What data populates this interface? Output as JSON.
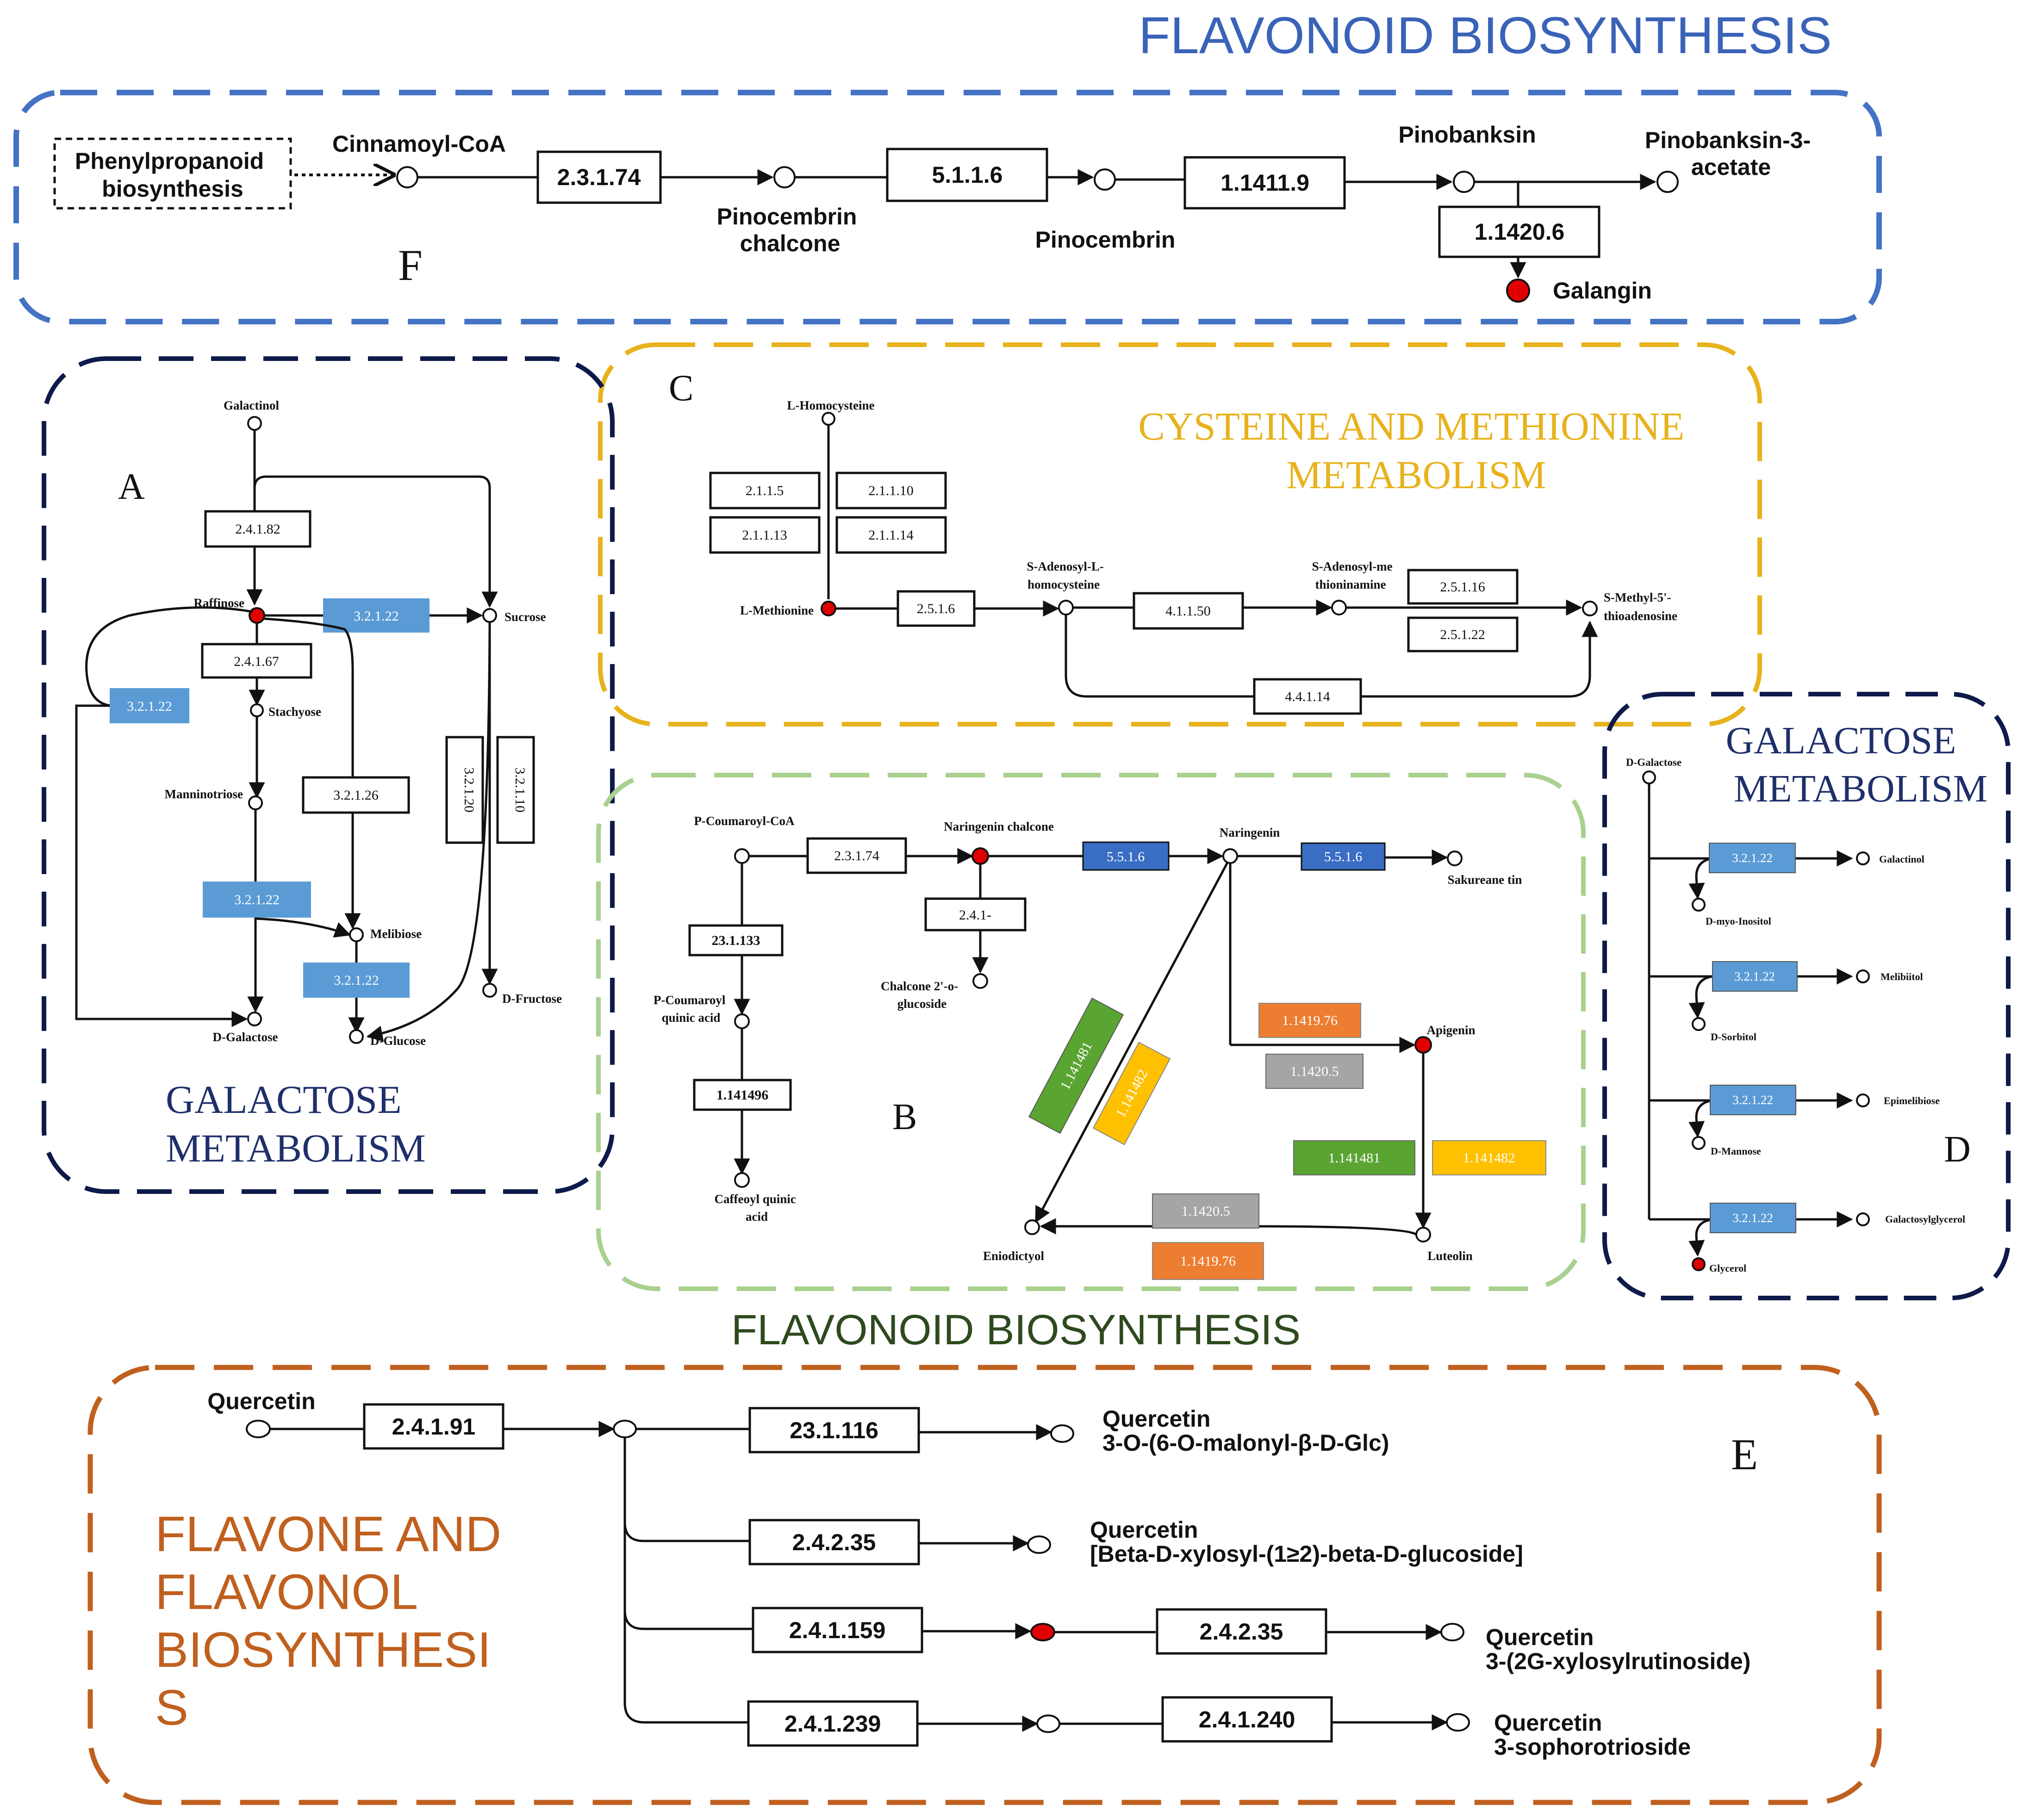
{
  "panels": {
    "F": {
      "title": "FLAVONOID BIOSYNTHESIS",
      "letter": "F",
      "metabolites": {
        "phenylpropanoid": [
          "Phenylpropanoid",
          "biosynthesis"
        ],
        "cinnamoyl": "Cinnamoyl-CoA",
        "pinocembrin_chalcone": [
          "Pinocembrin",
          "chalcone"
        ],
        "pinocembrin": "Pinocembrin",
        "pinobanksin": "Pinobanksin",
        "pinobanksin_acetate": [
          "Pinobanksin-3-",
          "acetate"
        ],
        "galangin": "Galangin"
      },
      "enzymes": [
        "2.3.1.74",
        "5.1.1.6",
        "1.1411.9",
        "1.1420.6"
      ]
    },
    "A": {
      "letter": "A",
      "title": [
        "GALACTOSE",
        "METABOLISM"
      ],
      "metabolites": {
        "galactinol": "Galactinol",
        "raffinose": "Raffinose",
        "sucrose": "Sucrose",
        "stachyose": "Stachyose",
        "manninotriose": "Manninotriose",
        "melibiose": "Melibiose",
        "d_galactose": "D-Galactose",
        "d_glucose": "D-Glucose",
        "d_fructose": "D-Fructose"
      },
      "enzymes": {
        "e_2_4_1_82": "2.4.1.82",
        "e_3_2_1_22_top": "3.2.1.22",
        "e_2_4_1_67": "2.4.1.67",
        "e_3_2_1_22_left": "3.2.1.22",
        "e_3_2_1_26": "3.2.1.26",
        "e_3_2_1_20": "3.2.1.20",
        "e_3_2_1_10": "3.2.1.10",
        "e_3_2_1_22_mid": "3.2.1.22",
        "e_3_2_1_22_low": "3.2.1.22"
      }
    },
    "C": {
      "letter": "C",
      "title": [
        "CYSTEINE AND METHIONINE",
        "METABOLISM"
      ],
      "metabolites": {
        "homocysteine": "L-Homocysteine",
        "methionine": "L-Methionine",
        "sam_homocys": [
          "S-Adenosyl-L-",
          "homocysteine"
        ],
        "sam_meth": [
          "S-Adenosyl-me",
          "thioninamine"
        ],
        "mta": [
          "S-Methyl-5'-",
          "thioadenosine"
        ]
      },
      "enzymes": {
        "e_2_1_1_5": "2.1.1.5",
        "e_2_1_1_10": "2.1.1.10",
        "e_2_1_1_13": "2.1.1.13",
        "e_2_1_1_14": "2.1.1.14",
        "e_2_5_1_6": "2.5.1.6",
        "e_4_1_1_50": "4.1.1.50",
        "e_2_5_1_16": "2.5.1.16",
        "e_2_5_1_22": "2.5.1.22",
        "e_4_4_1_14": "4.4.1.14"
      }
    },
    "B": {
      "letter": "B",
      "title": "FLAVONOID BIOSYNTHESIS",
      "metabolites": {
        "coumaroyl": "P-Coumaroyl-CoA",
        "naringenin_chalcone": "Naringenin chalcone",
        "naringenin": "Naringenin",
        "sakuranetin": "Sakureane tin",
        "quinic": [
          "P-Coumaroyl",
          "quinic acid"
        ],
        "caffeoyl": [
          "Caffeoyl quinic",
          "acid"
        ],
        "chalcone_glucoside": [
          "Chalcone 2'-o-",
          "glucoside"
        ],
        "apigenin": "Apigenin",
        "eriodictyol": "Eniodictyol",
        "luteolin": "Luteolin"
      },
      "enzymes": {
        "e_2_3_1_74": "2.3.1.74",
        "e_5_5_1_6_a": "5.5.1.6",
        "e_5_5_1_6_b": "5.5.1.6",
        "e_23_1_133": "23.1.133",
        "e_2_4_1": "2.4.1-",
        "e_1_141496": "1.141496",
        "e_1_141481_diag": "1.141481",
        "e_1_141482_diag": "1.141482",
        "e_1_1419_76_a": "1.1419.76",
        "e_1_1420_5_a": "1.1420.5",
        "e_1_141481": "1.141481",
        "e_1_141482": "1.141482",
        "e_1_1420_5_b": "1.1420.5",
        "e_1_1419_76_b": "1.1419.76"
      }
    },
    "D": {
      "letter": "D",
      "title": [
        "GALACTOSE",
        "METABOLISM"
      ],
      "metabolites": {
        "d_galactose": "D-Galactose",
        "galactinol": "Galactinol",
        "myo_inositol": "D-myo-Inositol",
        "melibiitol": "Melibiitol",
        "sorbitol": "D-Sorbitol",
        "epimelibiose": "Epimelibiose",
        "mannose": "D-Mannose",
        "galactosylglycerol": "Galactosylglycerol",
        "glycerol": "Glycerol"
      },
      "enzymes": [
        "3.2.1.22",
        "3.2.1.22",
        "3.2.1.22",
        "3.2.1.22"
      ]
    },
    "E": {
      "letter": "E",
      "title": [
        "FLAVONE AND",
        "FLAVONOL",
        "BIOSYNTHESI",
        "S"
      ],
      "metabolites": {
        "quercetin": "Quercetin",
        "q_malonyl": [
          "Quercetin",
          "3-O-(6-O-malonyl-β-D-Glc)"
        ],
        "q_xylosyl": [
          "Quercetin",
          "[Beta-D-xylosyl-(1≥2)-beta-D-glucoside]"
        ],
        "q_2g": [
          "Quercetin",
          "3-(2G-xylosylrutinoside)"
        ],
        "q_sopho": [
          "Quercetin",
          "3-sophorotrioside"
        ]
      },
      "enzymes": {
        "e_2_4_1_91": "2.4.1.91",
        "e_23_1_116": "23.1.116",
        "e_2_4_2_35_a": "2.4.2.35",
        "e_2_4_1_159": "2.4.1.159",
        "e_2_4_2_35_b": "2.4.2.35",
        "e_2_4_1_239": "2.4.1.239",
        "e_2_4_1_240": "2.4.1.240"
      }
    }
  },
  "colors": {
    "panel_F": "#4472c4",
    "panel_A": "#0d1a4a",
    "panel_C": "#e8b21c",
    "panel_B": "#a9d08e",
    "panel_D": "#0d1a4a",
    "panel_E": "#c0601f",
    "title_F": "#3a63b8",
    "title_C": "#e8b21c",
    "title_B": "#2e4a1e",
    "title_E": "#c0601f",
    "light_blue_box": "#5b9bd5",
    "dark_blue_box": "#3a6dc4",
    "orange_box": "#ed7d31",
    "gray_box": "#a5a5a5",
    "green_box": "#5aa432",
    "yellow_box": "#ffc000",
    "highlight_node": "#e00000"
  }
}
